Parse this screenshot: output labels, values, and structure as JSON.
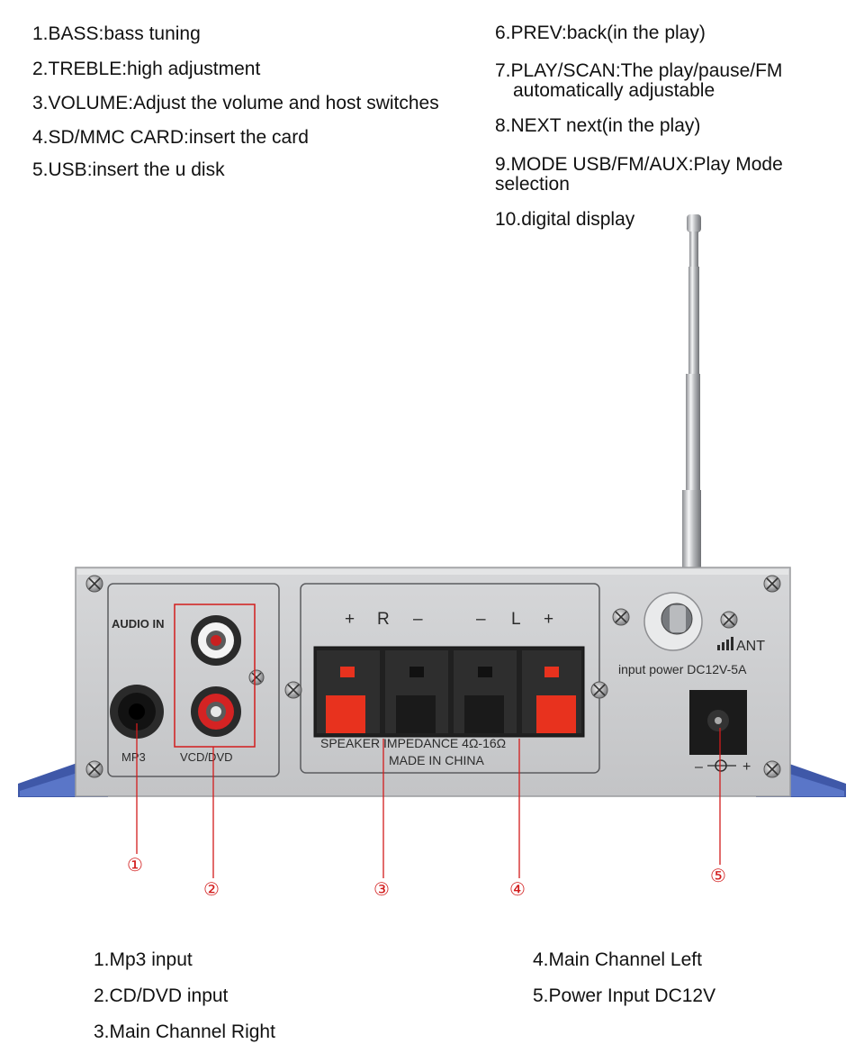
{
  "features_top_left": [
    "1.BASS:bass tuning",
    "2.TREBLE:high adjustment",
    "3.VOLUME:Adjust the volume and host switches",
    "4.SD/MMC CARD:insert the card",
    "5.USB:insert the u disk"
  ],
  "features_top_right": {
    "prev": "6.PREV:back(in the play)",
    "play_line1": "7.PLAY/SCAN:The play/pause/FM",
    "play_line2": "automatically adjustable",
    "next": "8.NEXT next(in the play)",
    "mode_line1": "9.MODE USB/FM/AUX:Play Mode",
    "mode_line2": "selection",
    "display": "10.digital display"
  },
  "panel": {
    "audio_in": "AUDIO IN",
    "mp3": "MP3",
    "vcd_dvd": "VCD/DVD",
    "r_plus": "+",
    "r_letter": "R",
    "r_minus": "–",
    "l_minus": "–",
    "l_letter": "L",
    "l_plus": "+",
    "speaker_impedance": "SPEAKER IMPEDANCE  4Ω-16Ω",
    "made_in": "MADE IN CHINA",
    "ant": "ANT",
    "input_power": "input power  DC12V-5A",
    "dc_polarity_minus": "–",
    "dc_polarity_plus": "+"
  },
  "callouts": [
    "①",
    "②",
    "③",
    "④",
    "⑤"
  ],
  "legend_bottom_left": [
    "1.Mp3 input",
    "2.CD/DVD input",
    "3.Main Channel Right"
  ],
  "legend_bottom_right": [
    "4.Main Channel Left",
    "5.Power Input DC12V"
  ],
  "colors": {
    "callout_red": "#d21c1c",
    "panel_silver": "#c9cacc",
    "speaker_red": "#e8321e",
    "base_blue": "#3f58a8"
  }
}
